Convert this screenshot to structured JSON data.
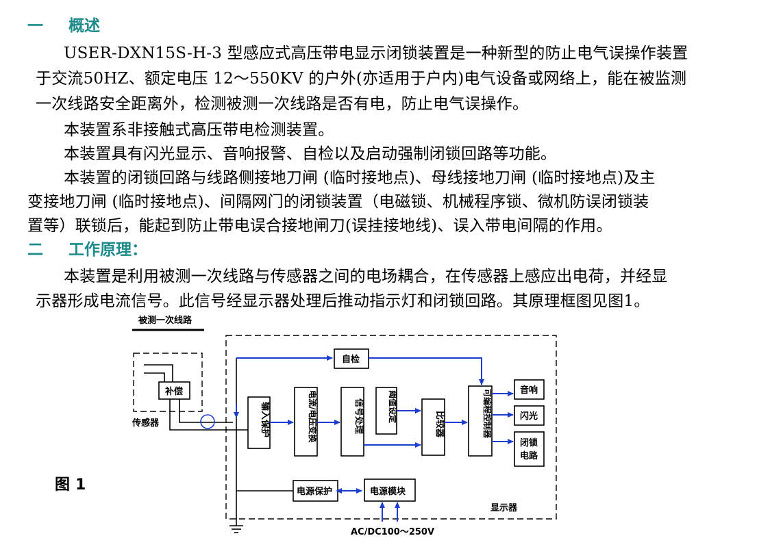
{
  "section1": {
    "number": "一",
    "title": "概述",
    "lines": [
      "USER-DXN15S-H-3 型感应式高压带电显示闭锁装置是一种新型的防止电气误操作装置",
      "于交流50HZ、额定电压 12～550KV 的户外(亦适用于户内)电气设备或网络上，能在被监测",
      "一次线路安全距离外，检测被测一次线路是否有电，防止电气误操作。",
      "本装置系非接触式高压带电检测装置。",
      "本装置具有闪光显示、音响报警、自检以及启动强制闭锁回路等功能。",
      "本装置的闭锁回路与线路侧接地刀闸 (临时接地点)、母线接地刀闸 (临时接地点)及主",
      "变接地刀闸 (临时接地点)、间隔网门的闭锁装置（电磁锁、机械程序锁、微机防误闭锁装",
      "置等）联锁后，能起到防止带电误合接地闸刀(误挂接地线)、误入带电间隔的作用。"
    ]
  },
  "section2": {
    "number": "二",
    "title": "工作原理：",
    "lines": [
      "本装置是利用被测一次线路与传感器之间的电场耦合，在传感器上感应出电荷，并经显",
      "示器形成电流信号。此信号经显示器处理后推动指示灯和闭锁回路。其原理框图见图1。"
    ]
  },
  "diagram": {
    "figure_label": "图 1",
    "line_label": "被测一次线路",
    "sensor_label": "传感器",
    "compensate": "补偿",
    "self_check": "自检",
    "input_protect": "输入保护",
    "iv_convert": "电流/电压变换",
    "signal_proc": "信号处理",
    "threshold": "阈值设定",
    "comparator": "比较器",
    "plc": "可编程控制器",
    "sound": "音响",
    "flash": "闪光",
    "lock_circuit_1": "闭锁",
    "lock_circuit_2": "电路",
    "power_protect": "电源保护",
    "power_module": "电源模块",
    "display_label": "显示器",
    "supply_label": "AC/DC100～250V",
    "line_color": "#000000",
    "arrow_color": "#1a3fd0"
  }
}
